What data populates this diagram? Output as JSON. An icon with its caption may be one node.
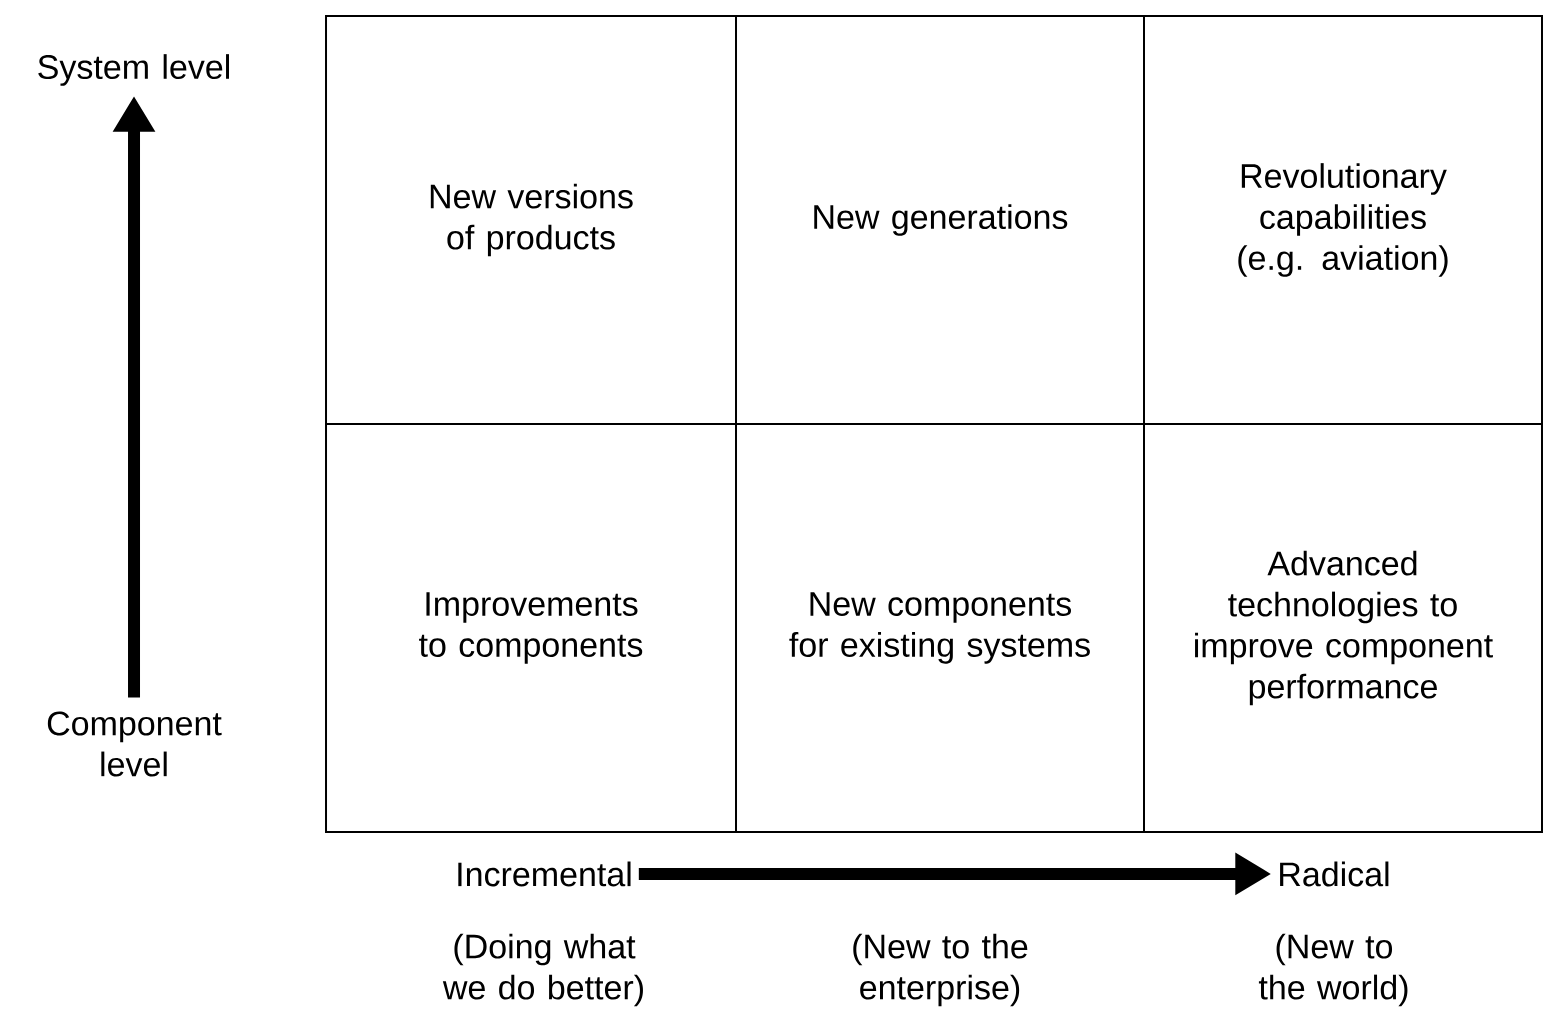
{
  "diagram": {
    "nodes": [
      {
        "text": [
          "System level"
        ]
      },
      {
        "text": [
          "New versions of products"
        ]
      },
      {
        "text": [
          "New generations"
        ]
      },
      {
        "text": [
          "Revolutionary capabilities (e.g. aviation)"
        ]
      },
      {
        "text": [
          "Improvements to components"
        ]
      },
      {
        "text": [
          "New components for existing systems"
        ]
      },
      {
        "text": [
          "Advanced technologies to improve component performance"
        ]
      },
      {
        "text": [
          "Component level"
        ]
      },
      {
        "text": [
          "Incremental"
        ]
      },
      {
        "text": [
          "Radical"
        ]
      }
    ],
    "edges": [
      {
        "from": 7,
        "to": 0,
        "arrow": "to"
      },
      {
        "from": 8,
        "to": 9,
        "arrow": "to"
      }
    ],
    "labels": [
      "(Doing what we do better)",
      "(New to the enterprise)",
      "(New to the world)"
    ]
  }
}
